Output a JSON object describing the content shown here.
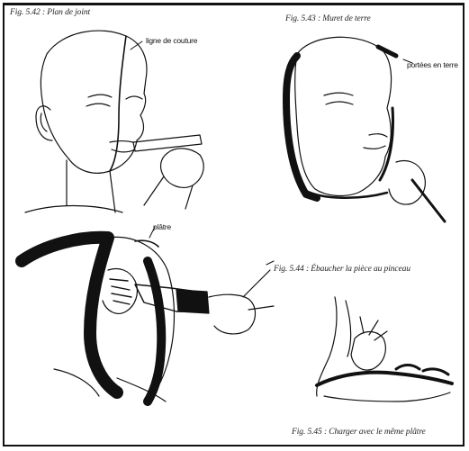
{
  "figures": {
    "fig542": {
      "caption": "Fig. 5.42 : Plan de joint",
      "label": "ligne de couture"
    },
    "fig543": {
      "caption": "Fig. 5.43 : Muret de terre",
      "label": "portées en terre"
    },
    "fig544": {
      "caption": "Fig. 5.44 : Ébaucher la pièce au pinceau",
      "label": "plâtre"
    },
    "fig545": {
      "caption": "Fig. 5.45 : Charger avec le même plâtre"
    }
  },
  "colors": {
    "ink": "#111111",
    "paper": "#ffffff"
  }
}
